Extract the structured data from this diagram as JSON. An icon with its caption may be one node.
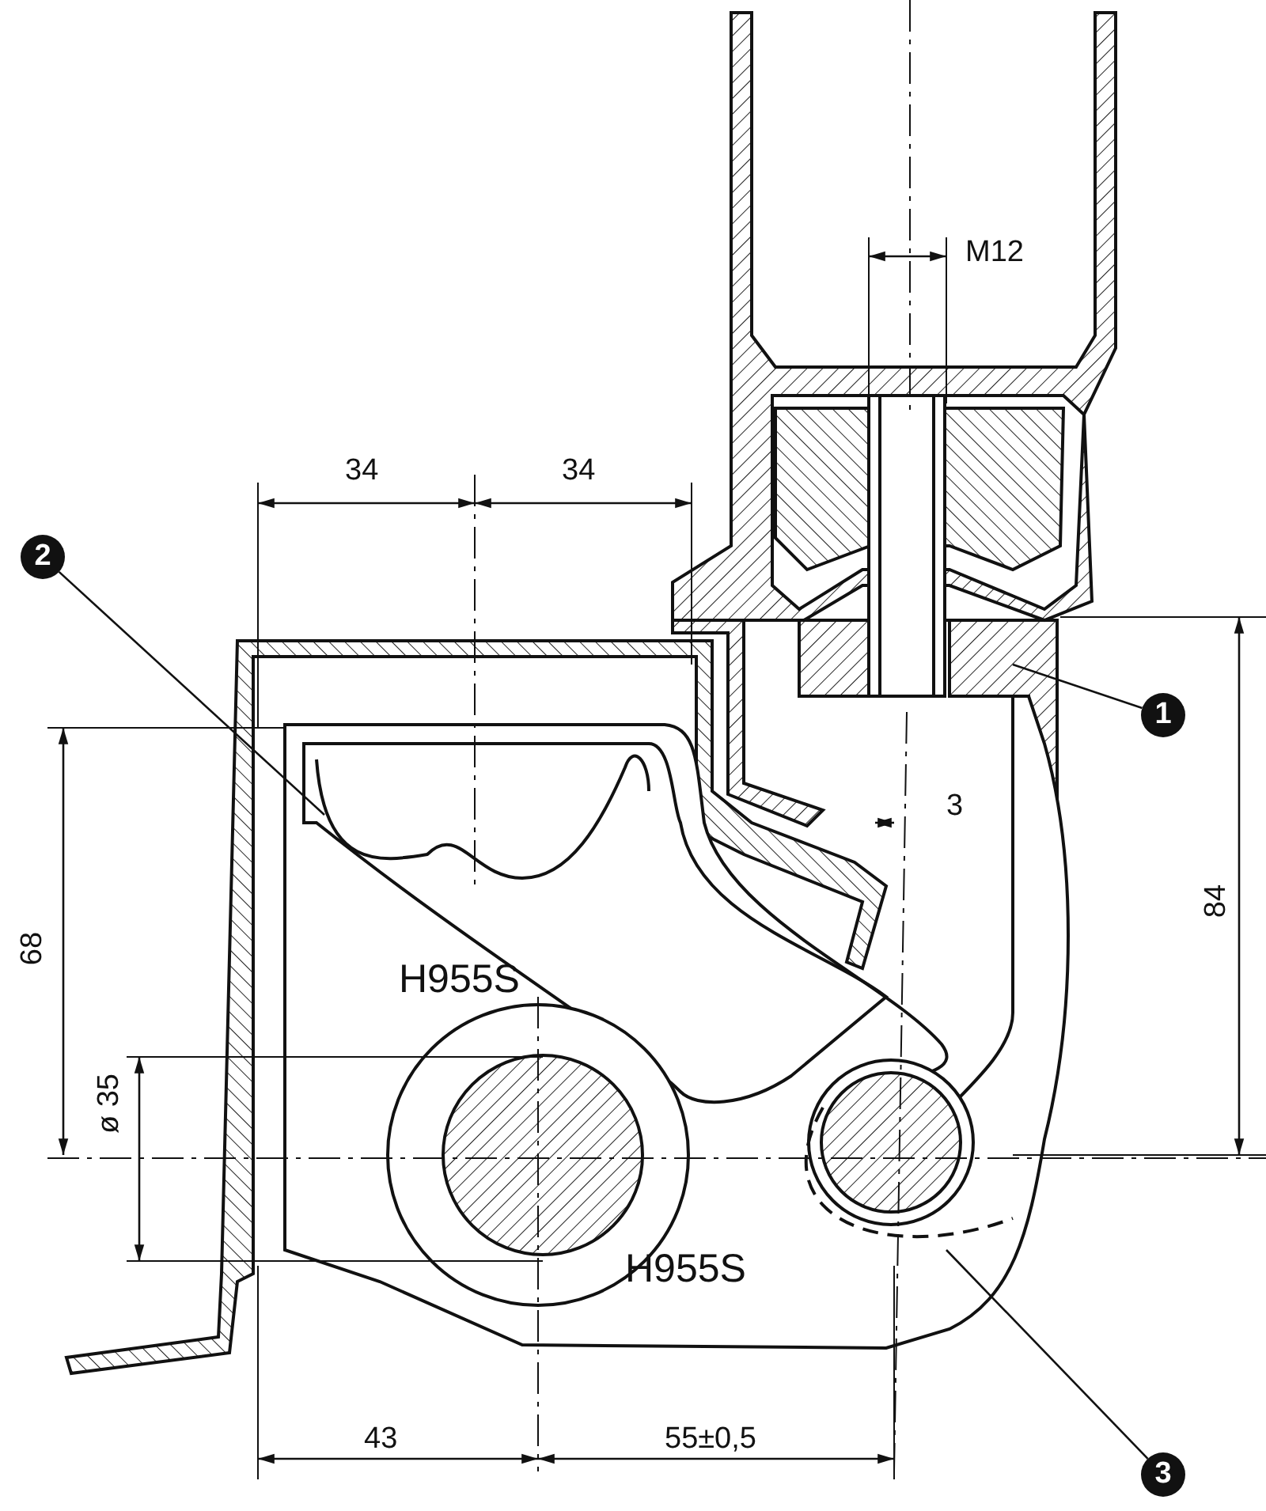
{
  "diagram": {
    "nodes": [
      {
        "text": [
          "2"
        ]
      },
      {
        "text": [
          "1"
        ]
      },
      {
        "text": [
          "3"
        ]
      }
    ],
    "edges": [
      {
        "from": 0,
        "to": null,
        "arrow": "none"
      },
      {
        "from": 1,
        "to": null,
        "arrow": "none"
      },
      {
        "from": 2,
        "to": null,
        "arrow": "none"
      }
    ],
    "labels": [
      "M12",
      "34",
      "34",
      "3",
      "84",
      "68",
      "H955S",
      "ø 35",
      "H955S",
      "43",
      "55±0,5"
    ]
  }
}
